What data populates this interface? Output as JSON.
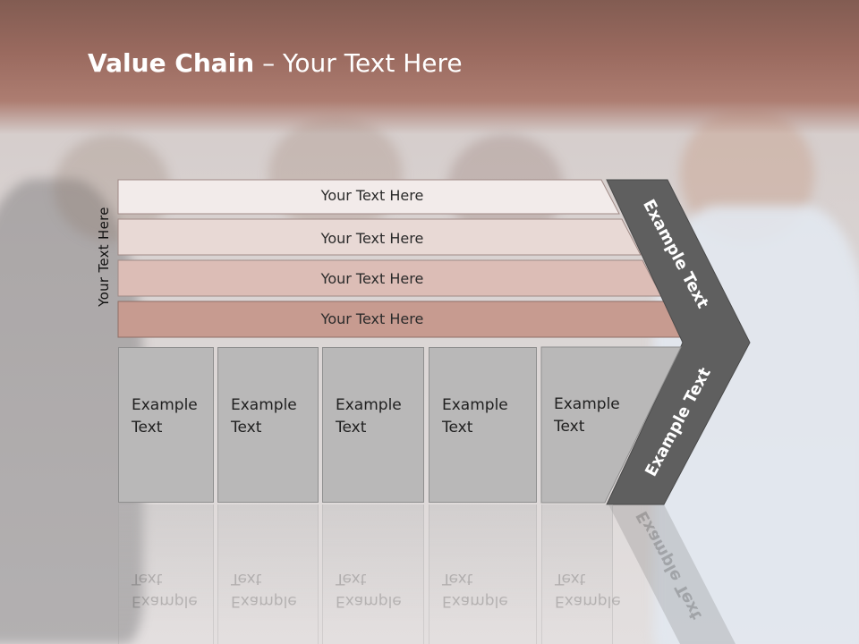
{
  "slide": {
    "title_bold": "Value Chain",
    "title_rest": " – Your Text Here"
  },
  "side_label": "Your Text  Here",
  "bars": [
    {
      "label": "Your Text Here",
      "fill": "#f2ebea"
    },
    {
      "label": "Your Text Here",
      "fill": "#e8d9d5"
    },
    {
      "label": "Your Text Here",
      "fill": "#dcbdb6"
    },
    {
      "label": "Your Text Here",
      "fill": "#c79b90"
    }
  ],
  "columns": [
    {
      "line1": "Example",
      "line2": "Text"
    },
    {
      "line1": "Example",
      "line2": "Text"
    },
    {
      "line1": "Example",
      "line2": "Text"
    },
    {
      "line1": "Example",
      "line2": "Text"
    },
    {
      "line1": "Example",
      "line2": "Text"
    }
  ],
  "chevron": {
    "upper_label": "Example Text",
    "lower_label": "Example Text",
    "fill": "#5f5f5f"
  }
}
